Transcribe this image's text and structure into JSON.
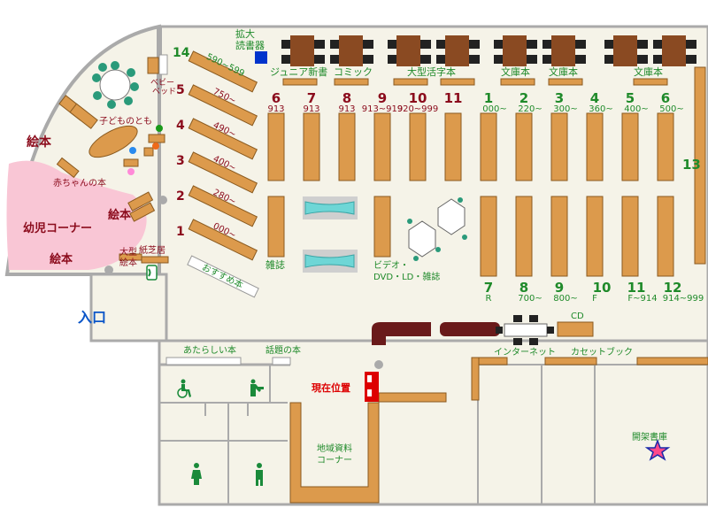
{
  "colors": {
    "floor": "#f5f3e8",
    "wall": "#aaaaaa",
    "shelf_fill": "#dc9a4c",
    "shelf_edge": "#8a5a1f",
    "table_fill": "#8a4a22",
    "chair": "#222222",
    "kids_pink": "#f9c6d5",
    "aquarium": "#6ed6d6",
    "red_marker": "#dd0000",
    "green_text": "#1f8a2a",
    "red_text": "#8b0b1c",
    "entrance_text": "#0a55c8"
  },
  "labels": {
    "magnifier": [
      "拡大",
      "読書器"
    ],
    "junior_new": "ジュニア新書",
    "comic": "コミック",
    "large_print": "大型活字本",
    "bunko": [
      "文庫本",
      "文庫本",
      "文庫本"
    ],
    "baby_bed": [
      "ベビー",
      "ベッド"
    ],
    "kids_book": "子どものとも",
    "picture_book_1": "絵本",
    "baby_book": "赤ちゃんの本",
    "picture_book_2": "絵本",
    "preschool_corner": "幼児コーナー",
    "picture_book_3": "絵本",
    "large_picture_book": [
      "大型",
      "絵本"
    ],
    "kamishibai": "紙芝居",
    "recommended": "おすすめ本",
    "magazine": "雑誌",
    "video": [
      "ビデオ・",
      "DVD・LD・雑誌"
    ],
    "entrance": "入口",
    "new_books": "あたらしい本",
    "topical_books": "話題の本",
    "current_location": "現在位置",
    "internet": "インターネット",
    "cassette_book": "カセットブック",
    "cd": "CD",
    "local_materials": [
      "地域資料",
      "コーナー"
    ],
    "open_stacks": "開架書庫"
  },
  "kids_shelves": [
    {
      "num": "14",
      "range": "590~599"
    },
    {
      "num": "5",
      "range": "750~"
    },
    {
      "num": "4",
      "range": "490~"
    },
    {
      "num": "3",
      "range": "400~"
    },
    {
      "num": "2",
      "range": "280~"
    },
    {
      "num": "1",
      "range": "000~"
    }
  ],
  "top_shelves": [
    {
      "num": "6",
      "code": "913",
      "color": "red"
    },
    {
      "num": "7",
      "code": "913",
      "color": "red"
    },
    {
      "num": "8",
      "code": "913",
      "color": "red"
    },
    {
      "num": "9",
      "code": "913~919",
      "color": "red"
    },
    {
      "num": "10",
      "code": "920~999",
      "color": "red"
    },
    {
      "num": "11",
      "code": "",
      "color": "red"
    },
    {
      "num": "1",
      "code": "000~",
      "color": "green"
    },
    {
      "num": "2",
      "code": "220~",
      "color": "green"
    },
    {
      "num": "3",
      "code": "300~",
      "color": "green"
    },
    {
      "num": "4",
      "code": "360~",
      "color": "green"
    },
    {
      "num": "5",
      "code": "400~",
      "color": "green"
    },
    {
      "num": "6",
      "code": "500~",
      "color": "green"
    }
  ],
  "bottom_shelves": [
    {
      "num": "7",
      "code": "R"
    },
    {
      "num": "8",
      "code": "700~"
    },
    {
      "num": "9",
      "code": "800~"
    },
    {
      "num": "10",
      "code": "F"
    },
    {
      "num": "11",
      "code": "F~914"
    },
    {
      "num": "12",
      "code": "914~999"
    }
  ],
  "side_shelf": {
    "num": "13"
  }
}
